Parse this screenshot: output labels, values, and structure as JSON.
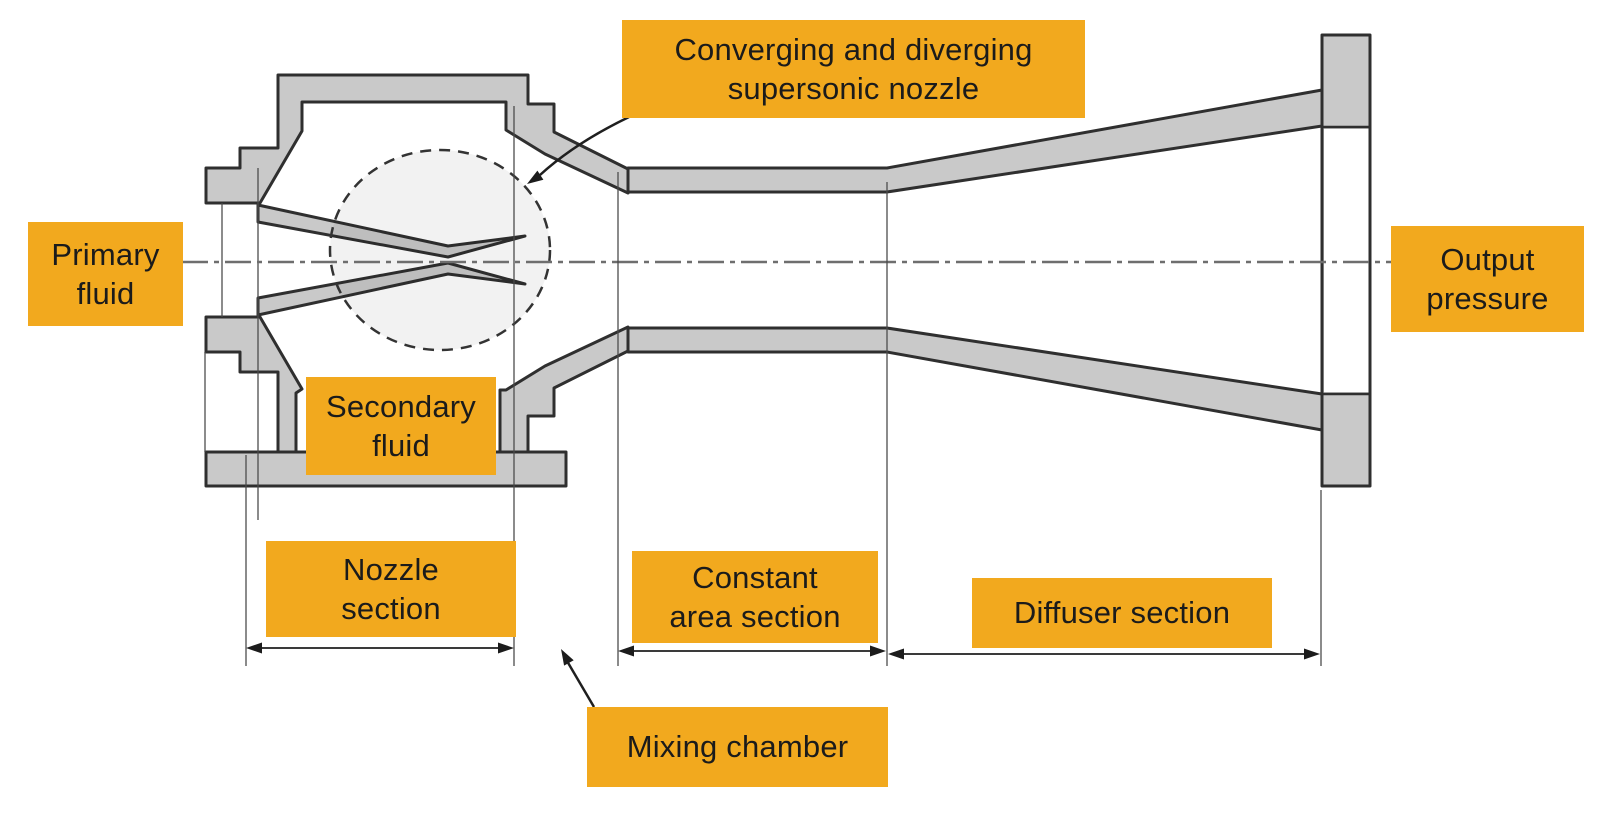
{
  "figure": {
    "description_labels_present": 8
  },
  "colors": {
    "label_bg": "#F2A91E",
    "label_text": "#1B1B1B",
    "metal_fill": "#C9C9C9",
    "outline": "#2F2F2F",
    "background": "#FFFFFF"
  },
  "labels": {
    "cd_nozzle": {
      "line1": "Converging and diverging",
      "line2": "supersonic nozzle"
    },
    "primary_fluid": {
      "line1": "Primary",
      "line2": "fluid"
    },
    "secondary_fluid": {
      "line1": "Secondary",
      "line2": "fluid"
    },
    "nozzle_section": {
      "line1": "Nozzle",
      "line2": "section"
    },
    "constant_area": {
      "line1": "Constant",
      "line2": "area section"
    },
    "diffuser_section": {
      "line1": "Diffuser section"
    },
    "mixing_chamber": {
      "line1": "Mixing chamber"
    },
    "output_pressure": {
      "line1": "Output",
      "line2": "pressure"
    }
  }
}
